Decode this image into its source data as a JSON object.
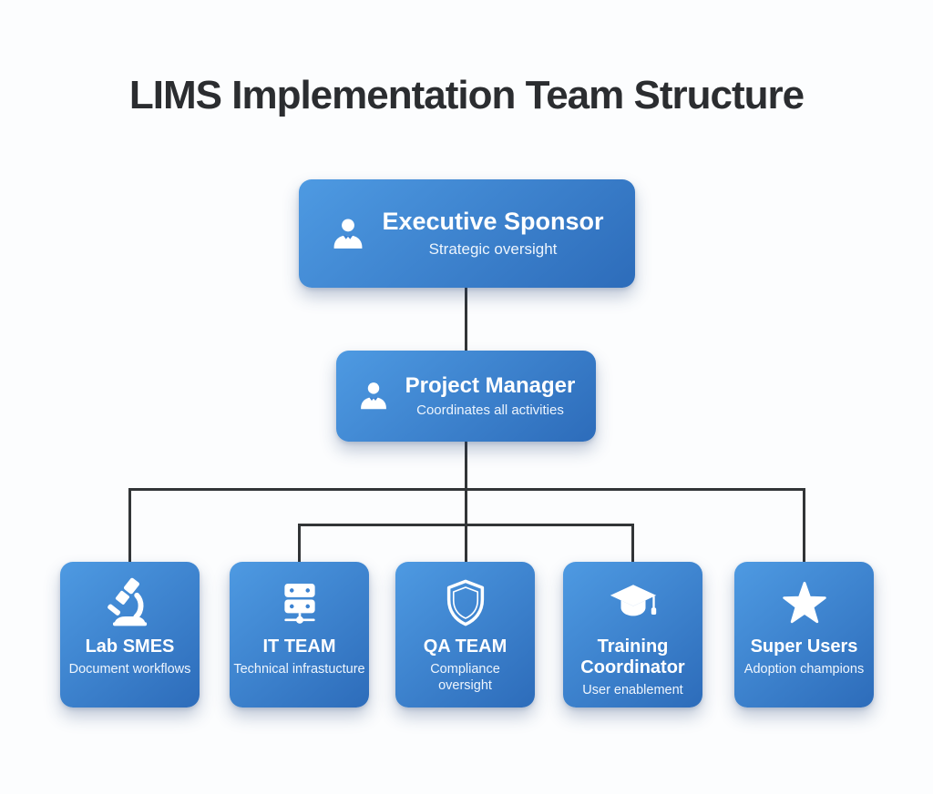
{
  "title": "LIMS Implementation Team Structure",
  "org": {
    "executive_sponsor": {
      "title": "Executive Sponsor",
      "subtitle": "Strategic oversight",
      "icon": "person-icon"
    },
    "project_manager": {
      "title": "Project Manager",
      "subtitle": "Coordinates all activities",
      "icon": "person-icon"
    },
    "teams": [
      {
        "title": "Lab SMES",
        "subtitle": "Document workflows",
        "icon": "microscope-icon"
      },
      {
        "title": "IT TEAM",
        "subtitle": "Technical infrastucture",
        "icon": "server-icon"
      },
      {
        "title": "QA TEAM",
        "subtitle": "Compliance oversight",
        "icon": "shield-icon"
      },
      {
        "title": "Training Coordinator",
        "subtitle": "User enablement",
        "icon": "graduation-cap-icon"
      },
      {
        "title": "Super Users",
        "subtitle": "Adoption champions",
        "icon": "star-icon"
      }
    ]
  },
  "colors": {
    "box_gradient_start": "#4e9ae2",
    "box_gradient_end": "#2d6cba",
    "connector": "#323537",
    "title_text": "#2b2d30",
    "node_text": "#ffffff",
    "background": "#fcfdfe"
  }
}
